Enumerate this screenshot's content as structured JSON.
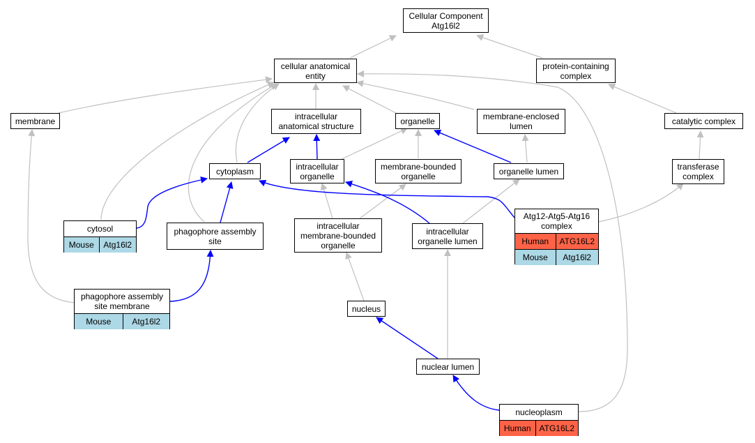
{
  "colors": {
    "is_a_edge": "#c0c0c0",
    "part_of_edge": "#0000ff",
    "human_species": "#ff6347",
    "mouse_species": "#add8e6"
  },
  "nodes": {
    "root": {
      "line1": "Cellular Component",
      "line2": "Atg16l2"
    },
    "cellular_anatomical_entity": {
      "line1": "cellular anatomical",
      "line2": "entity"
    },
    "protein_containing_complex": {
      "line1": "protein-containing",
      "line2": "complex"
    },
    "membrane": {
      "line1": "membrane"
    },
    "intracellular_anatomical_structure": {
      "line1": "intracellular",
      "line2": "anatomical structure"
    },
    "organelle": {
      "line1": "organelle"
    },
    "membrane_enclosed_lumen": {
      "line1": "membrane-enclosed",
      "line2": "lumen"
    },
    "catalytic_complex": {
      "line1": "catalytic complex"
    },
    "cytoplasm": {
      "line1": "cytoplasm"
    },
    "intracellular_organelle": {
      "line1": "intracellular",
      "line2": "organelle"
    },
    "membrane_bounded_organelle": {
      "line1": "membrane-bounded",
      "line2": "organelle"
    },
    "organelle_lumen": {
      "line1": "organelle lumen"
    },
    "transferase_complex": {
      "line1": "transferase",
      "line2": "complex"
    },
    "phagophore_assembly_site": {
      "line1": "phagophore assembly",
      "line2": "site"
    },
    "intracellular_membrane_bounded_organelle": {
      "line1": "intracellular",
      "line2": "membrane-bounded",
      "line3": "organelle"
    },
    "intracellular_organelle_lumen": {
      "line1": "intracellular",
      "line2": "organelle lumen"
    },
    "nucleus": {
      "line1": "nucleus"
    },
    "nuclear_lumen": {
      "line1": "nuclear lumen"
    },
    "cytosol": {
      "line1": "cytosol",
      "species": "Mouse",
      "gene": "Atg16l2"
    },
    "phagophore_assembly_site_membrane": {
      "line1": "phagophore assembly",
      "line2": "site membrane",
      "species": "Mouse",
      "gene": "Atg16l2"
    },
    "atg12_complex": {
      "line1": "Atg12-Atg5-Atg16",
      "line2": "complex",
      "row1_species": "Human",
      "row1_gene": "ATG16L2",
      "row2_species": "Mouse",
      "row2_gene": "Atg16l2"
    },
    "nucleoplasm": {
      "line1": "nucleoplasm",
      "species": "Human",
      "gene": "ATG16L2"
    }
  }
}
